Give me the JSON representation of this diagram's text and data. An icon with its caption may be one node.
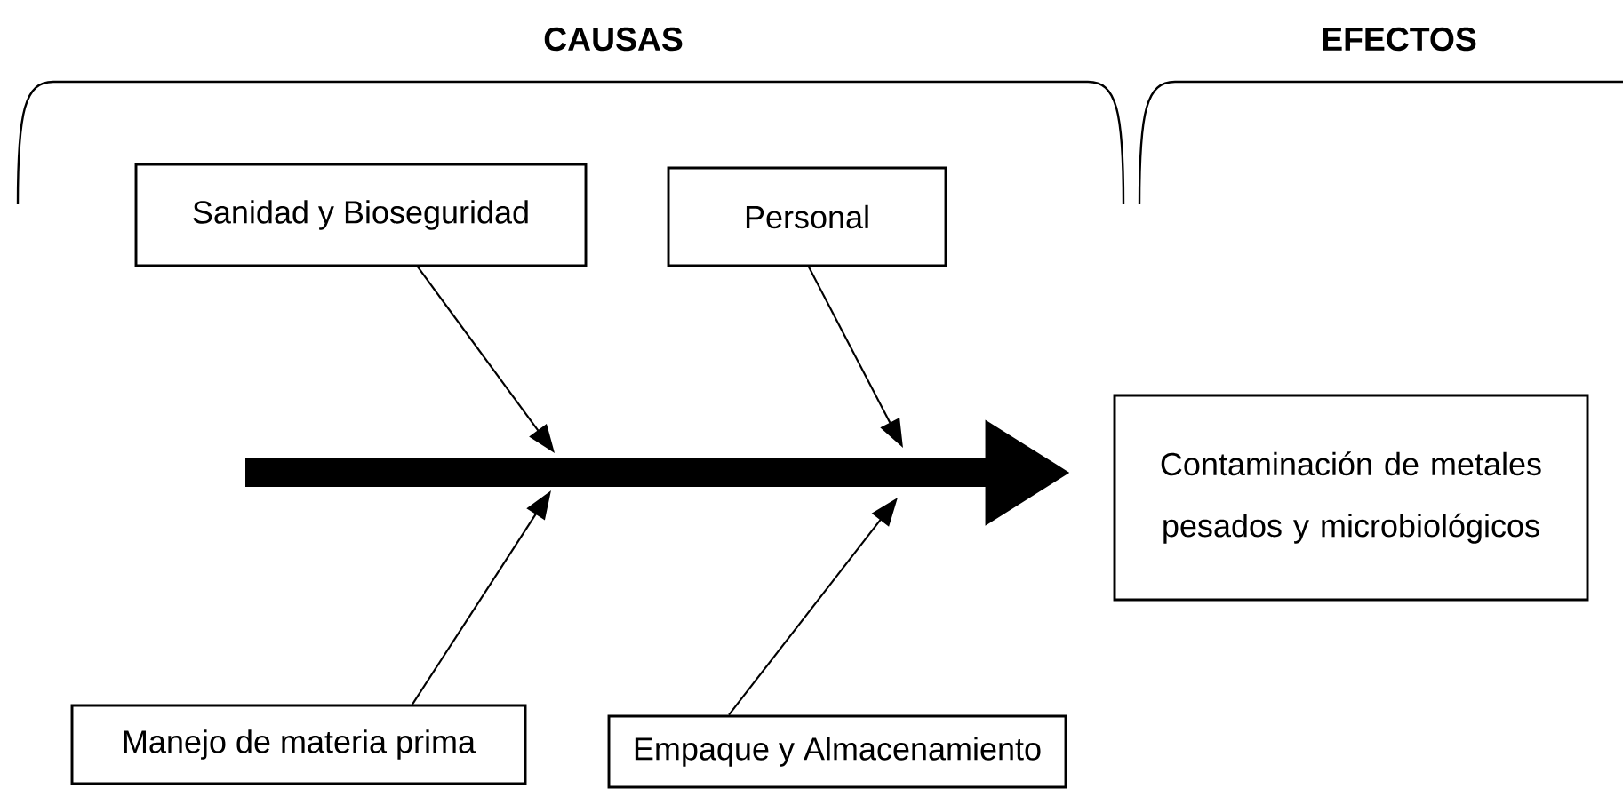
{
  "diagram": {
    "nodes": [
      {
        "text": [
          "Sanidad y Bioseguridad"
        ]
      },
      {
        "text": [
          "Personal"
        ]
      },
      {
        "text": [
          "Manejo de materia prima"
        ]
      },
      {
        "text": [
          "Empaque y Almacenamiento"
        ]
      },
      {
        "text": [
          "Contaminación de metales pesados y microbiológicos"
        ]
      }
    ],
    "edges": [
      {
        "from": null,
        "to": 4,
        "arrow": "to",
        "style": "thick"
      },
      {
        "from": 0,
        "to": null,
        "arrow": "to"
      },
      {
        "from": 1,
        "to": null,
        "arrow": "to"
      },
      {
        "from": 2,
        "to": null,
        "arrow": "to"
      },
      {
        "from": 3,
        "to": null,
        "arrow": "to"
      }
    ],
    "labels": [
      "CAUSAS",
      "EFECTOS"
    ]
  }
}
